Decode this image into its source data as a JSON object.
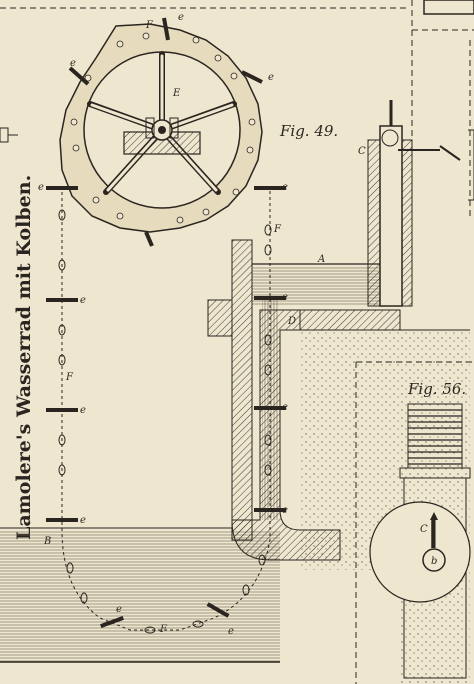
{
  "title": "Lamolere's Wasserrad mit Kolben.",
  "figures": {
    "main": "Fig. 49.",
    "inset": "Fig. 56."
  },
  "labels": {
    "wheel_e": "e",
    "wheel_center": "E",
    "water_level": "A",
    "pipe_bend": "D",
    "pipe_top_c": "C",
    "chain_left": "F",
    "chain_right": "F",
    "chain_bottom": "F",
    "bottom_left": "B",
    "inset_c": "C",
    "inset_b": "b",
    "e": "e"
  },
  "colors": {
    "paper": "#efe6cf",
    "ink": "#2a2520",
    "water": "#cfc6ad"
  }
}
